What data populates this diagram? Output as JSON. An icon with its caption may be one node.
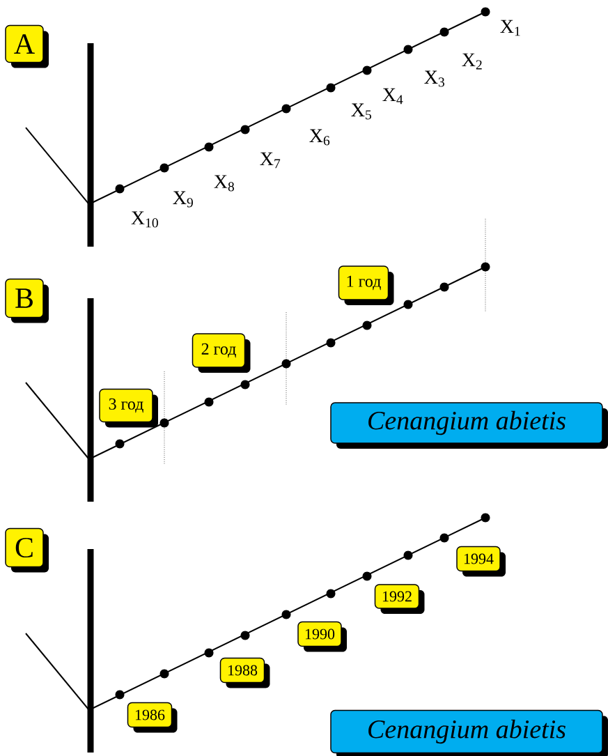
{
  "diagram": {
    "nodes": [
      {
        "text": [
          "A"
        ]
      },
      {
        "text": [
          "B"
        ]
      },
      {
        "text": [
          "1 год"
        ]
      },
      {
        "text": [
          "2 год"
        ]
      },
      {
        "text": [
          "3 год"
        ]
      },
      {
        "text": [
          "*Cenangium abietis*"
        ]
      },
      {
        "text": [
          "C"
        ]
      },
      {
        "text": [
          "1994"
        ]
      },
      {
        "text": [
          "1992"
        ]
      },
      {
        "text": [
          "1990"
        ]
      },
      {
        "text": [
          "1988"
        ]
      },
      {
        "text": [
          "1986"
        ]
      },
      {
        "text": [
          "*Cenangium abietis*"
        ]
      }
    ],
    "labels": [
      "X$_{1}$",
      "X$_{2}$",
      "X$_{3}$",
      "X$_{4}$",
      "X$_{5}$",
      "X$_{6}$",
      "X$_{7}$",
      "X$_{8}$",
      "X$_{9}$",
      "X$_{10}$"
    ]
  }
}
